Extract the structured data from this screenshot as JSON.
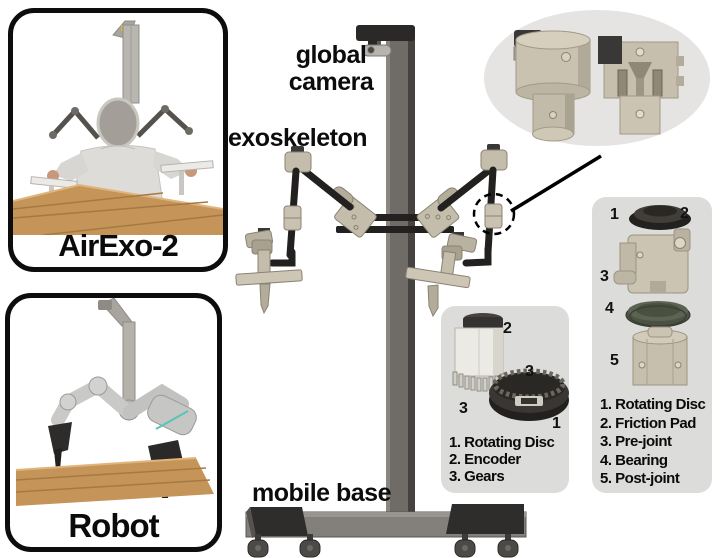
{
  "insets": {
    "airexo": {
      "label": "AirExo-2"
    },
    "robot": {
      "label": "Robot"
    }
  },
  "annotations": {
    "global_camera": {
      "line1": "global",
      "line2": "camera"
    },
    "exoskeleton": "exoskeleton",
    "mobile_base": "mobile base"
  },
  "panels": {
    "encoder": {
      "callouts": [
        "2",
        "3",
        "3",
        "1"
      ],
      "items": [
        "1. Rotating Disc",
        "2. Encoder",
        "3. Gears"
      ]
    },
    "joint": {
      "callouts": [
        "1",
        "2",
        "3",
        "4",
        "5"
      ],
      "items": [
        "1. Rotating Disc",
        "2. Friction Pad",
        "3. Pre-joint",
        "4. Bearing",
        "5. Post-joint"
      ]
    }
  },
  "colors": {
    "panel_bg": "#dcdcdb",
    "closeup_bg": "#e5e4e2",
    "beige_part": "#c9c2b0",
    "dark_part": "#2b2927",
    "pole_gray": "#6f6b66",
    "wood": "#c49459"
  }
}
